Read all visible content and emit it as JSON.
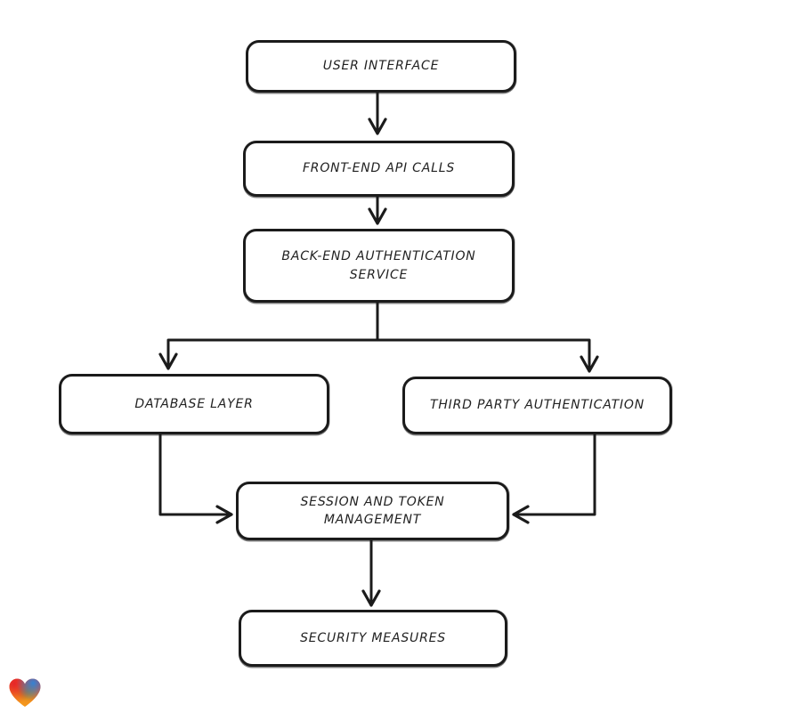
{
  "page": {
    "background": "#ffffff"
  },
  "diagram": {
    "type": "flowchart",
    "style": "hand-drawn",
    "stroke_color": "#1b1b1b",
    "node_fill": "#ffffff",
    "nodes": [
      {
        "id": "user-interface",
        "label": "USER INTERFACE"
      },
      {
        "id": "front-end-api-calls",
        "label": "FRONT-END API CALLS"
      },
      {
        "id": "back-end-authentication-service",
        "label": "BACK-END AUTHENTICATION SERVICE"
      },
      {
        "id": "database-layer",
        "label": "DATABASE LAYER"
      },
      {
        "id": "third-party-authentication",
        "label": "THIRD PARTY AUTHENTICATION"
      },
      {
        "id": "session-and-token-management",
        "label": "SESSION AND TOKEN MANAGEMENT"
      },
      {
        "id": "security-measures",
        "label": "SECURITY MEASURES"
      }
    ],
    "edges": [
      {
        "from": "user-interface",
        "to": "front-end-api-calls"
      },
      {
        "from": "front-end-api-calls",
        "to": "back-end-authentication-service"
      },
      {
        "from": "back-end-authentication-service",
        "to": "database-layer"
      },
      {
        "from": "back-end-authentication-service",
        "to": "third-party-authentication"
      },
      {
        "from": "database-layer",
        "to": "session-and-token-management"
      },
      {
        "from": "third-party-authentication",
        "to": "session-and-token-management"
      },
      {
        "from": "session-and-token-management",
        "to": "security-measures"
      }
    ]
  },
  "logo": {
    "name": "gradient-heart",
    "colors": {
      "red": "#e62329",
      "blue": "#2986de",
      "green": "#43a047",
      "orange": "#f2911d"
    }
  }
}
